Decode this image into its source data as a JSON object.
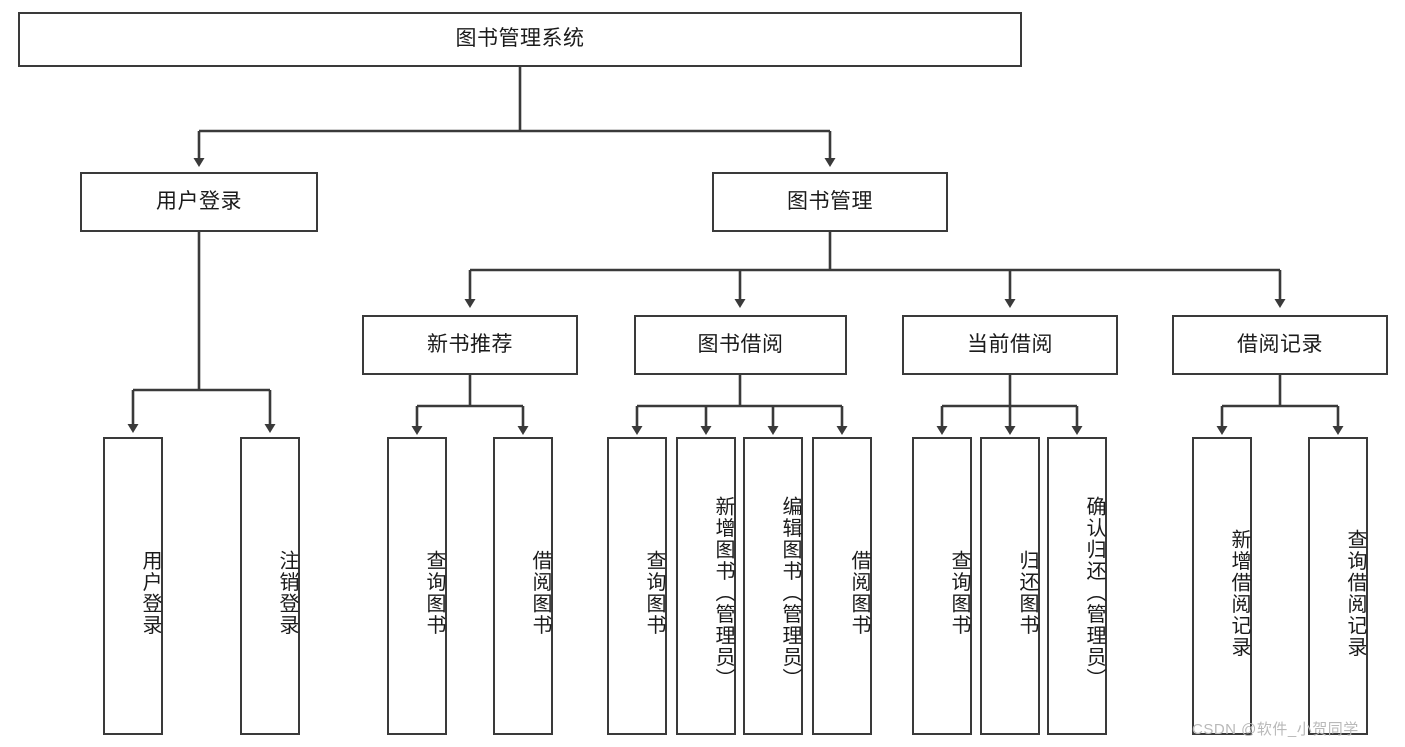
{
  "diagram": {
    "title": "图书管理系统",
    "root": {
      "label": "图书管理系统"
    },
    "level1": [
      {
        "label": "用户登录"
      },
      {
        "label": "图书管理"
      }
    ],
    "level2": [
      {
        "label": "新书推荐"
      },
      {
        "label": "图书借阅"
      },
      {
        "label": "当前借阅"
      },
      {
        "label": "借阅记录"
      }
    ],
    "leaves": {
      "user_login": [
        {
          "label": "用户登录"
        },
        {
          "label": "注销登录"
        }
      ],
      "new_book_recommend": [
        {
          "label": "查询图书"
        },
        {
          "label": "借阅图书"
        }
      ],
      "book_borrow": [
        {
          "label": "查询图书"
        },
        {
          "label": "新增图书（管理员）"
        },
        {
          "label": "编辑图书（管理员）"
        },
        {
          "label": "借阅图书"
        }
      ],
      "current_borrow": [
        {
          "label": "查询图书"
        },
        {
          "label": "归还图书"
        },
        {
          "label": "确认归还（管理员）"
        }
      ],
      "borrow_record": [
        {
          "label": "新增借阅记录"
        },
        {
          "label": "查询借阅记录"
        }
      ]
    }
  },
  "watermark": {
    "text": "CSDN @软件_小贺同学"
  },
  "colors": {
    "stroke": "#3a3a3a",
    "text": "#1b1b1b",
    "background": "#ffffff",
    "watermark": "#b9b9b9"
  }
}
